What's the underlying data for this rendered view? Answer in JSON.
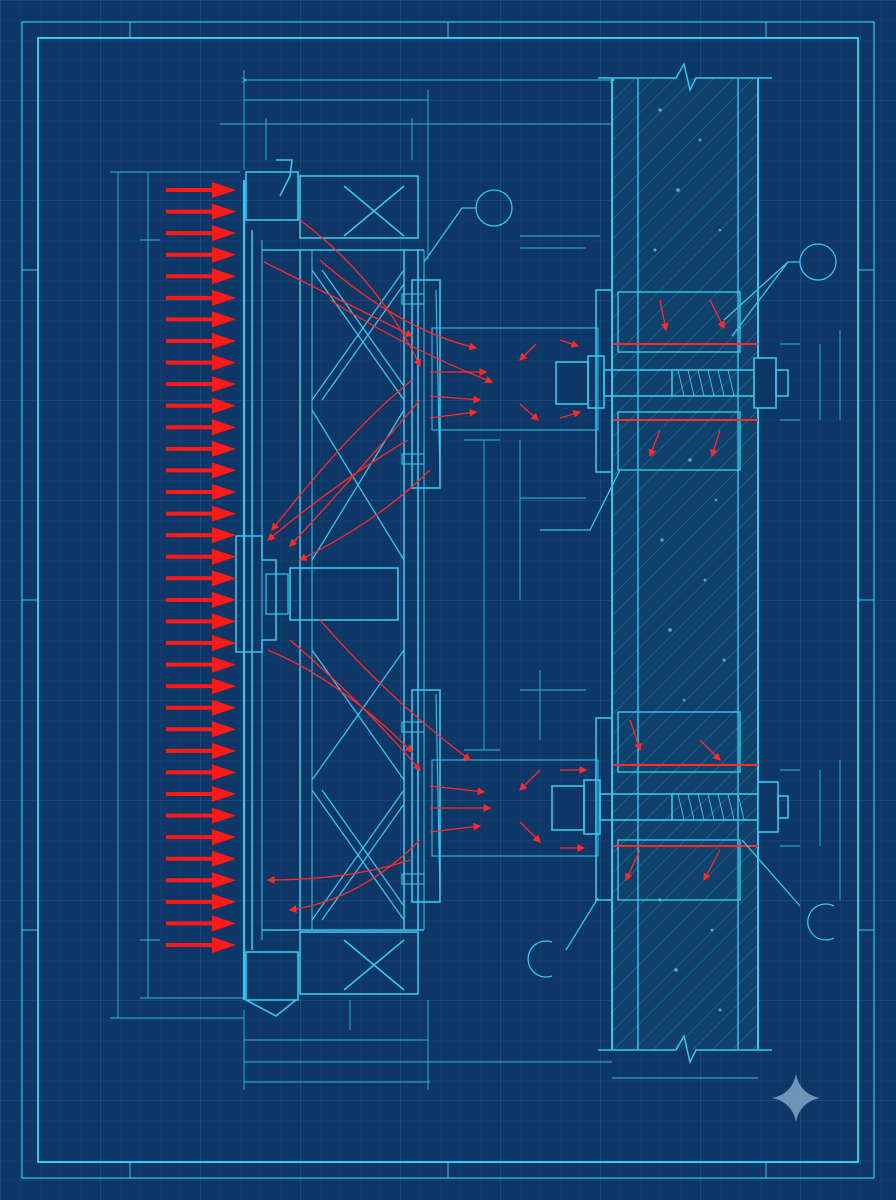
{
  "drawing": {
    "background_color": "#0d3766",
    "grid_color": "#2f6fa6",
    "line_color": "#37c6ee",
    "load_color": "#ff1a1a",
    "concrete_color": "#0f416c"
  },
  "wind_load": {
    "arrow_count": 36,
    "direction": "right"
  },
  "anchorages": [
    {
      "name": "upper-anchor-bolt"
    },
    {
      "name": "lower-anchor-bolt"
    }
  ],
  "detail_callouts": [
    {
      "name": "callout-top-frame"
    },
    {
      "name": "callout-upper-wall"
    },
    {
      "name": "callout-lower-wall"
    },
    {
      "name": "callout-base-plate"
    }
  ],
  "watermark": {
    "icon": "sparkle-icon"
  }
}
